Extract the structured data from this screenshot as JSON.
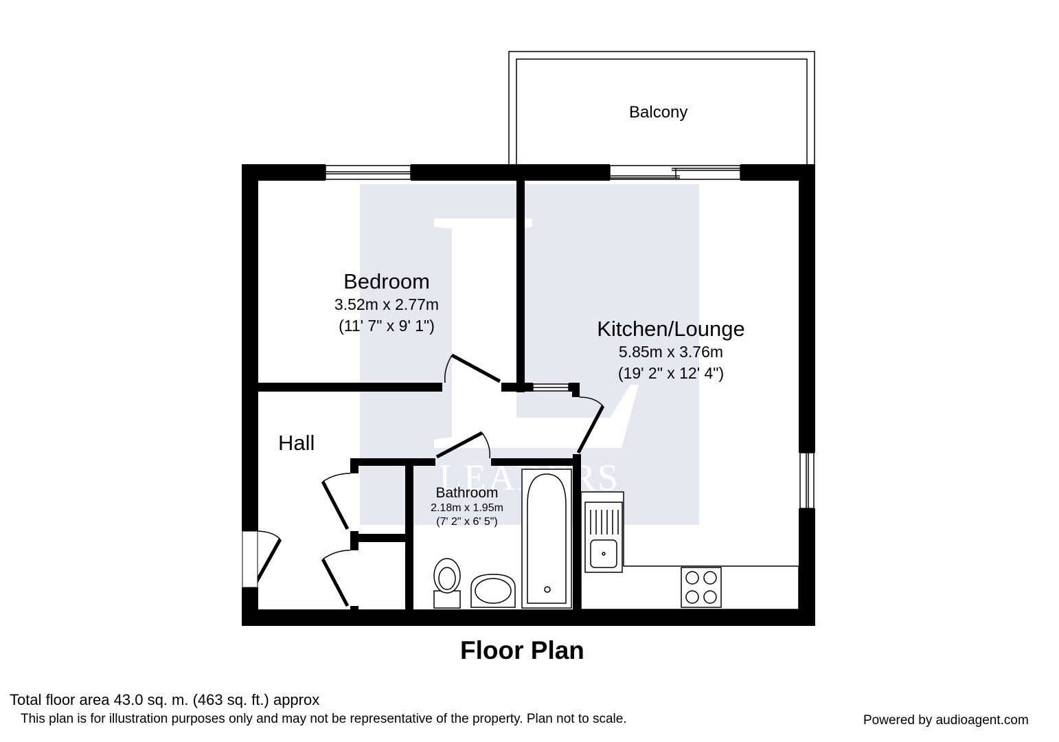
{
  "rooms": {
    "balcony": {
      "name": "Balcony"
    },
    "bedroom": {
      "name": "Bedroom",
      "metric": "3.52m x 2.77m",
      "imperial": "(11' 7\" x 9' 1\")"
    },
    "kitchen_lounge": {
      "name": "Kitchen/Lounge",
      "metric": "5.85m x 3.76m",
      "imperial": "(19' 2\" x 12' 4\")"
    },
    "hall": {
      "name": "Hall"
    },
    "bathroom": {
      "name": "Bathroom",
      "metric": "2.18m x 1.95m",
      "imperial": "(7' 2\" x 6' 5\")"
    }
  },
  "title": "Floor Plan",
  "footer": {
    "total_area": "Total floor area 43.0 sq. m. (463 sq. ft.) approx",
    "disclaimer": "This plan is for illustration purposes only and may not be representative of the property. Plan not to scale.",
    "powered_by": "Powered by audioagent.com"
  },
  "watermark": {
    "text": "LEADERS",
    "letter": "L"
  },
  "colors": {
    "wall": "#000000",
    "watermark_bg": "#e6e8f1",
    "watermark_fg": "#ffffff",
    "background": "#ffffff"
  }
}
